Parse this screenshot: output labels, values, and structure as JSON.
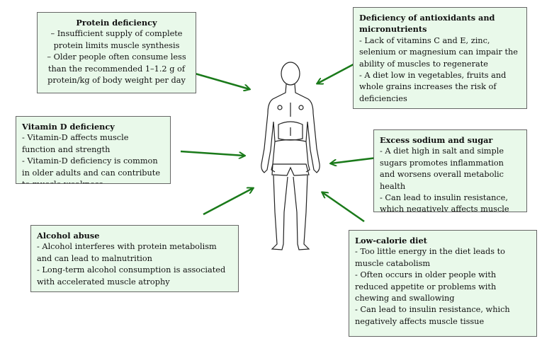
{
  "boxes": {
    "protein": {
      "title": "Protein deficiency",
      "lines": [
        "– Insufficient supply of complete protein limits muscle synthesis",
        "– Older people often consume less than the recommended 1–1.2 g of protein/kg of body weight per day"
      ]
    },
    "antioxidants": {
      "title": "Deficiency of antioxidants and micronutrients",
      "lines": [
        "- Lack of vitamins C and E, zinc, selenium or magnesium can impair the ability of muscles to regenerate",
        "- A diet low in vegetables, fruits and whole grains increases the risk of deficiencies"
      ]
    },
    "vitamind": {
      "title": "Vitamin D deficiency",
      "lines": [
        "- Vitamin-D affects muscle function and strength",
        "- Vitamin-D deficiency is common in older adults and can contribute to muscle weakness"
      ]
    },
    "sodium": {
      "title": "Excess sodium and sugar",
      "lines": [
        "- A diet high in salt and simple sugars promotes inflammation and worsens overall metabolic health",
        "- Can lead to insulin resistance, which negatively affects muscle tissue"
      ]
    },
    "alcohol": {
      "title": "Alcohol abuse",
      "lines": [
        "- Alcohol interferes with protein metabolism and can lead to malnutrition",
        "- Long-term alcohol consumption is associated with accelerated muscle atrophy"
      ]
    },
    "lowcal": {
      "title": "Low-calorie diet",
      "lines": [
        "- Too little energy in the diet leads to muscle catabolism",
        "- Often occurs in older people with reduced appetite or problems with chewing and swallowing",
        "- Can lead to insulin resistance, which negatively affects muscle tissue"
      ]
    }
  },
  "colors": {
    "arrow": "#1a7a1a",
    "box_bg": "#e9f9ea"
  }
}
